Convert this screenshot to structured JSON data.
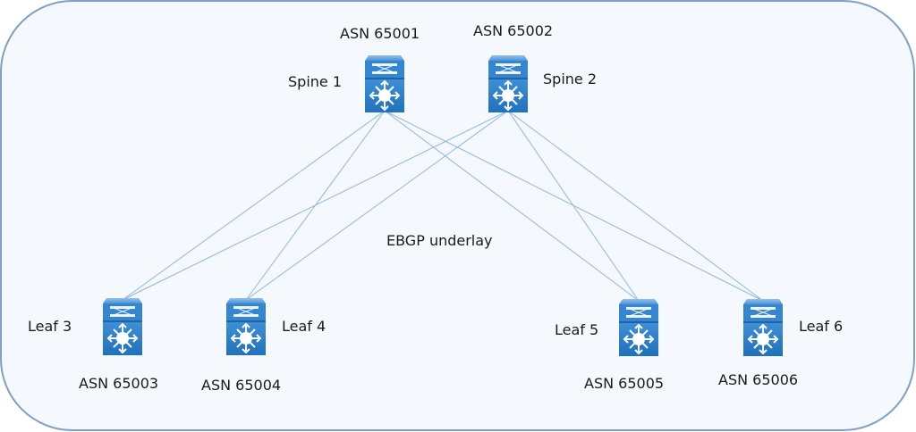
{
  "diagram": {
    "title_label": "EBGP underlay",
    "colors": {
      "background": "#f5f9fd",
      "border": "#7f9fc4",
      "link": "#8fb6e0",
      "device_top": "#6fa9df",
      "device_body": "#2f7fcb",
      "device_dark": "#1f63a8",
      "glyph": "#ffffff"
    },
    "nodes": [
      {
        "id": "spine1",
        "name": "Spine 1",
        "asn": "ASN 65001",
        "role": "spine",
        "icon": "nexus-switch-icon"
      },
      {
        "id": "spine2",
        "name": "Spine 2",
        "asn": "ASN 65002",
        "role": "spine",
        "icon": "nexus-switch-icon"
      },
      {
        "id": "leaf3",
        "name": "Leaf 3",
        "asn": "ASN 65003",
        "role": "leaf",
        "icon": "nexus-switch-icon"
      },
      {
        "id": "leaf4",
        "name": "Leaf 4",
        "asn": "ASN 65004",
        "role": "leaf",
        "icon": "nexus-switch-icon"
      },
      {
        "id": "leaf5",
        "name": "Leaf 5",
        "asn": "ASN 65005",
        "role": "leaf",
        "icon": "nexus-switch-icon"
      },
      {
        "id": "leaf6",
        "name": "Leaf 6",
        "asn": "ASN 65006",
        "role": "leaf",
        "icon": "nexus-switch-icon"
      }
    ],
    "links": [
      {
        "from": "spine1",
        "to": "leaf3"
      },
      {
        "from": "spine1",
        "to": "leaf4"
      },
      {
        "from": "spine1",
        "to": "leaf5"
      },
      {
        "from": "spine1",
        "to": "leaf6"
      },
      {
        "from": "spine2",
        "to": "leaf3"
      },
      {
        "from": "spine2",
        "to": "leaf4"
      },
      {
        "from": "spine2",
        "to": "leaf5"
      },
      {
        "from": "spine2",
        "to": "leaf6"
      }
    ]
  }
}
